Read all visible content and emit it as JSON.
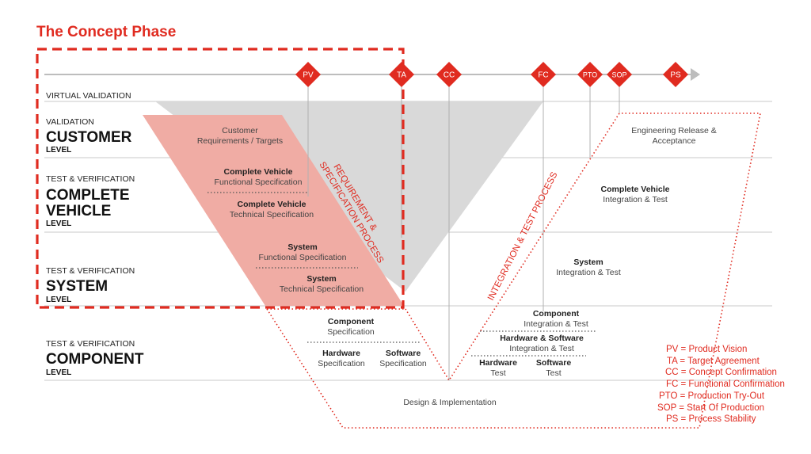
{
  "title": "The Concept Phase",
  "milestones": [
    {
      "code": "PV"
    },
    {
      "code": "TA"
    },
    {
      "code": "CC"
    },
    {
      "code": "FC"
    },
    {
      "code": "PTO"
    },
    {
      "code": "SOP"
    },
    {
      "code": "PS"
    }
  ],
  "levels": {
    "virtual": "VIRTUAL VALIDATION",
    "customer": {
      "small": "VALIDATION",
      "big": "CUSTOMER",
      "level": "LEVEL"
    },
    "vehicle": {
      "small": "TEST & VERIFICATION",
      "big1": "COMPLETE",
      "big2": "VEHICLE",
      "level": "LEVEL"
    },
    "system": {
      "small": "TEST & VERIFICATION",
      "big": "SYSTEM",
      "level": "LEVEL"
    },
    "component": {
      "small": "TEST & VERIFICATION",
      "big": "COMPONENT",
      "level": "LEVEL"
    }
  },
  "left_side": {
    "customer_req": {
      "line1": "Customer",
      "line2": "Requirements / Targets"
    },
    "vehicle_func": {
      "bold": "Complete Vehicle",
      "line": "Functional Specification"
    },
    "vehicle_tech": {
      "bold": "Complete Vehicle",
      "line": "Technical Specification"
    },
    "system_func": {
      "bold": "System",
      "line": "Functional Specification"
    },
    "system_tech": {
      "bold": "System",
      "line": "Technical Specification"
    },
    "component_spec": {
      "bold": "Component",
      "line": "Specification"
    },
    "hardware_spec": {
      "bold": "Hardware",
      "line": "Specification"
    },
    "software_spec": {
      "bold": "Software",
      "line": "Specification"
    }
  },
  "right_side": {
    "engineering": {
      "line1": "Engineering Release &",
      "line2": "Acceptance"
    },
    "vehicle_int": {
      "bold": "Complete Vehicle",
      "line": "Integration & Test"
    },
    "system_int": {
      "bold": "System",
      "line": "Integration & Test"
    },
    "component_int": {
      "bold": "Component",
      "line": "Integration & Test"
    },
    "hwsw_int": {
      "bold": "Hardware & Software",
      "line": "Integration & Test"
    },
    "hardware_test": {
      "bold": "Hardware",
      "line": "Test"
    },
    "software_test": {
      "bold": "Software",
      "line": "Test"
    }
  },
  "bottom": "Design & Implementation",
  "process_labels": {
    "req_line1": "REQUIREMENT &",
    "req_line2": "SPECIFICATION PROCESS",
    "integration": "INTEGRATION & TEST PROCESS"
  },
  "legend": [
    "PV = Product Vision",
    "TA = Target Agreement",
    "CC = Concept Confirmation",
    "FC = Functional Confirmation",
    "PTO = Production Try-Out",
    "SOP = Start Of Production",
    "PS = Process Stability"
  ],
  "colors": {
    "accent_red": "#e02b20",
    "pink_fill": "#f0aca4",
    "gray_v": "#d9d9d9",
    "timeline": "#bdbdbd"
  }
}
